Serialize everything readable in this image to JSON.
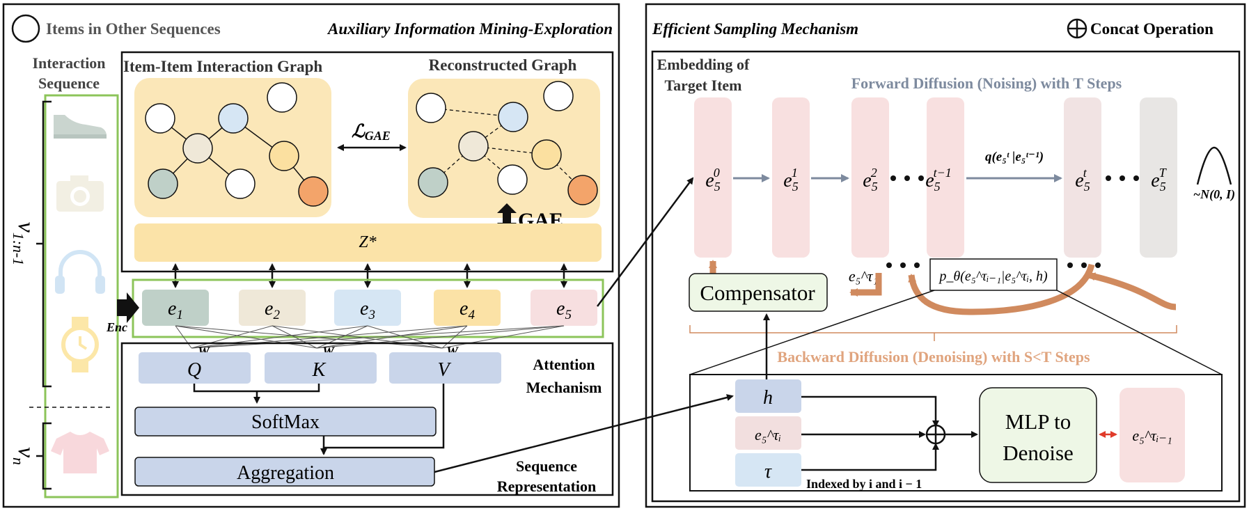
{
  "legend": {
    "circle_label": "Items in Other Sequences",
    "concat_label": "Concat Operation"
  },
  "left_panel": {
    "title": "Auxiliary Information Mining-Exploration",
    "interaction_sequence": [
      "Interaction",
      "Sequence"
    ],
    "seq_label_main": "v",
    "seq_label_main_sub": "1:n-1",
    "seq_label_last": "v",
    "seq_label_last_sub": "n",
    "item_icons": [
      "shoe-icon",
      "camera-icon",
      "headphones-icon",
      "watch-icon",
      "tshirt-icon"
    ],
    "graph_title_left": "Item-Item Interaction Graph",
    "graph_title_right": "Reconstructed Graph",
    "loss_label": "ℒ",
    "loss_sub": "GAE",
    "gae_label": "GAE",
    "z_label": "Z*",
    "enc_label": "Enc",
    "embeddings": [
      {
        "label": "e",
        "sub": "1",
        "color": "#bfd0c8"
      },
      {
        "label": "e",
        "sub": "2",
        "color": "#efe8d8"
      },
      {
        "label": "e",
        "sub": "3",
        "color": "#d6e6f4"
      },
      {
        "label": "e",
        "sub": "4",
        "color": "#fbe2a6"
      },
      {
        "label": "e",
        "sub": "5",
        "color": "#f7dfe0"
      }
    ],
    "weights": [
      "W",
      "W",
      "W"
    ],
    "weight_subs": [
      "Q",
      "K",
      "V"
    ],
    "qkv": [
      "Q",
      "K",
      "V"
    ],
    "softmax": "SoftMax",
    "aggregation": "Aggregation",
    "attention_mechanism": [
      "Attention",
      "Mechanism"
    ],
    "sequence_representation": [
      "Sequence",
      "Representation"
    ]
  },
  "right_panel": {
    "title": "Efficient Sampling Mechanism",
    "embedding_target": [
      "Embedding of",
      "Target Item"
    ],
    "forward_title": "Forward Diffusion (Noising) with T Steps",
    "backward_title": "Backward Diffusion (Denoising) with S<T Steps",
    "forward_nodes": [
      {
        "base": "e",
        "sub": "5",
        "sup": "0"
      },
      {
        "base": "e",
        "sub": "5",
        "sup": "1"
      },
      {
        "base": "e",
        "sub": "5",
        "sup": "2"
      },
      {
        "base": "e",
        "sub": "5",
        "sup": "t−1"
      },
      {
        "base": "e",
        "sub": "5",
        "sup": "t"
      },
      {
        "base": "e",
        "sub": "5",
        "sup": "T"
      }
    ],
    "q_formula": "q(e₅ᵗ |e₅ᵗ⁻¹)",
    "noise_label": "~N(0, I)",
    "tau1_node": "e₅^τ₁",
    "p_formula": "p_θ(e₅^τᵢ₋₁|e₅^τᵢ, h)",
    "compensator": "Compensator",
    "h_label": "h",
    "tau_i_node": "e₅^τᵢ",
    "tau_label": "τ",
    "indexed_by": "Indexed by i and i − 1",
    "mlp": [
      "MLP to",
      "Denoise"
    ],
    "output_node": "e₅^τᵢ₋₁"
  },
  "colors": {
    "graph_bg": "#fbe7b8",
    "z_bg": "#fbe3a8",
    "seq_border": "#8cc45a",
    "pink_col": "#f8e0e0",
    "grey_col": "#e8e6e4",
    "forward_text": "#7d8a9e",
    "backward_text": "#e0a47e",
    "arrow_brown": "#d08a5e",
    "qkv_bg": "#c9d5ea",
    "compensator_bg": "#eef7e6",
    "node_blue": "#d6e6f4",
    "node_beige": "#efe8d8",
    "node_teal": "#bfd0c8",
    "node_orange": "#f3a46a",
    "node_yellow": "#fbe0a0"
  }
}
